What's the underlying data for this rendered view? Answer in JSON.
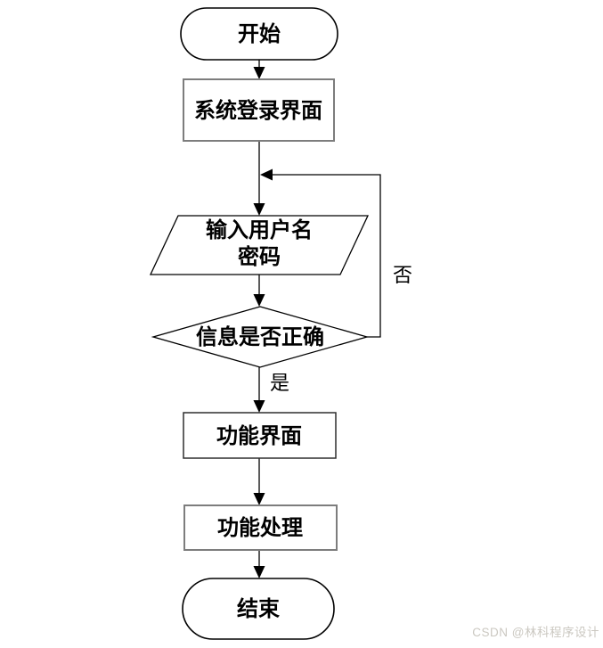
{
  "flowchart": {
    "nodes": {
      "start": {
        "shape": "terminator",
        "label": "开始"
      },
      "login_screen": {
        "shape": "process",
        "label": "系统登录界面"
      },
      "input_credentials": {
        "shape": "parallelogram",
        "label_line1": "输入用户名",
        "label_line2": "密码"
      },
      "check_info": {
        "shape": "decision",
        "label": "信息是否正确"
      },
      "function_screen": {
        "shape": "process",
        "label": "功能界面"
      },
      "function_process": {
        "shape": "process",
        "label": "功能处理"
      },
      "end": {
        "shape": "terminator",
        "label": "结束"
      }
    },
    "branch_labels": {
      "no": "否",
      "yes": "是"
    },
    "colors": {
      "line": "#000000",
      "shape_fill": "#ffffff",
      "process_border": "#7d7d7d",
      "text": "#000000"
    }
  },
  "watermark": {
    "text": "CSDN @林科程序设计",
    "color": "#cbc8c1"
  }
}
